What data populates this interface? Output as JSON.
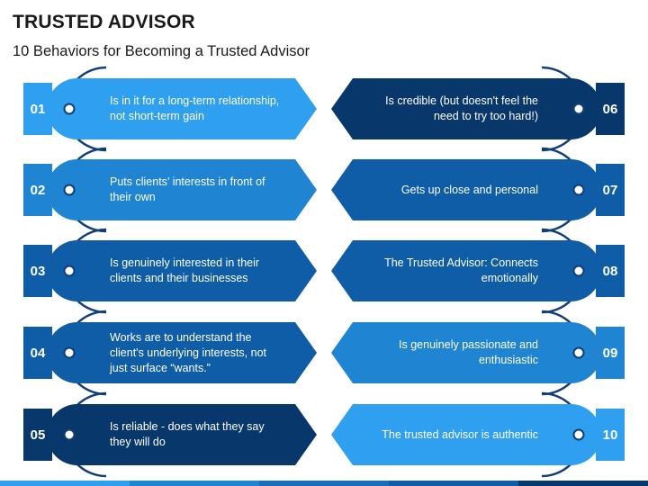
{
  "title": "TRUSTED ADVISOR",
  "subtitle": "10 Behaviors for Becoming a Trusted Advisor",
  "colors": {
    "c1": "#1a6fb8",
    "c2": "#1f84d2",
    "c3": "#2f9ff0",
    "c4": "#0e5da6",
    "c5": "#08386b",
    "arc": "#0f3f76"
  },
  "left": [
    {
      "num": "01",
      "text": "Is in it for a long-term relationship, not short-term gain",
      "tone": "c3"
    },
    {
      "num": "02",
      "text": "Puts clients’ interests in front of their own",
      "tone": "c2"
    },
    {
      "num": "03",
      "text": "Is genuinely interested in their clients and their businesses",
      "tone": "c4"
    },
    {
      "num": "04",
      "text": "Works are to understand the client's underlying interests, not just surface “wants.”",
      "tone": "c4"
    },
    {
      "num": "05",
      "text": "Is reliable - does what they say they will do",
      "tone": "c5"
    }
  ],
  "right": [
    {
      "num": "06",
      "text": "Is credible (but doesn't feel the need to try too hard!)",
      "tone": "c5"
    },
    {
      "num": "07",
      "text": "Gets up close and personal",
      "tone": "c4"
    },
    {
      "num": "08",
      "text": "The Trusted Advisor: Connects emotionally",
      "tone": "c4"
    },
    {
      "num": "09",
      "text": "Is genuinely passionate and enthusiastic",
      "tone": "c2"
    },
    {
      "num": "10",
      "text": "The trusted advisor is authentic",
      "tone": "c3"
    }
  ]
}
